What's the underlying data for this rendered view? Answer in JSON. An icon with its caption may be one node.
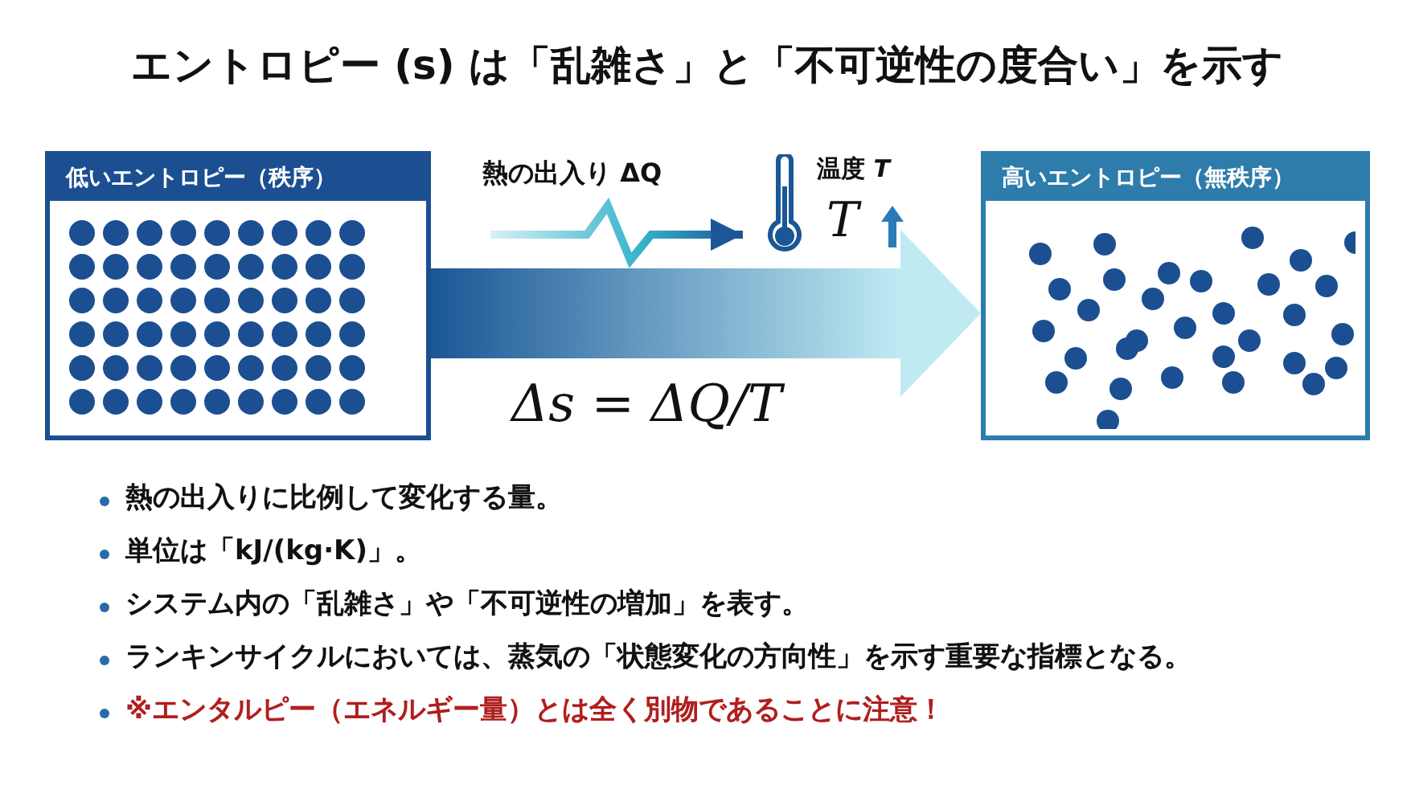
{
  "diagram": {
    "title": "エントロピー (s) は「乱雑さ」と「不可逆性の度合い」を示す",
    "nodes": [
      {
        "text": [
          "低いエントロピー（秩序）"
        ]
      },
      {
        "text": [
          "高いエントロピー（無秩序）"
        ]
      },
      {
        "text": [
          "温度 *T*",
          "T"
        ]
      }
    ],
    "edges": [
      {
        "from": 0,
        "to": 1,
        "arrow": "to"
      },
      {
        "from": null,
        "to": 2,
        "arrow": "to"
      }
    ],
    "labels": [
      "熱の出入り ΔQ",
      "Δs = ΔQ/T",
      "熱の出入りに比例して変化する量。",
      "単位は「kJ/(kg·K)」。",
      "システム内の「乱雑さ」や「不可逆性の増加」を表す。",
      "ランキンサイクルにおいては、蒸気の「状態変化の方向性」を示す重要な指標となる。",
      "※エンタルピー（エネルギー量）とは全く別物であることに注意！"
    ]
  }
}
